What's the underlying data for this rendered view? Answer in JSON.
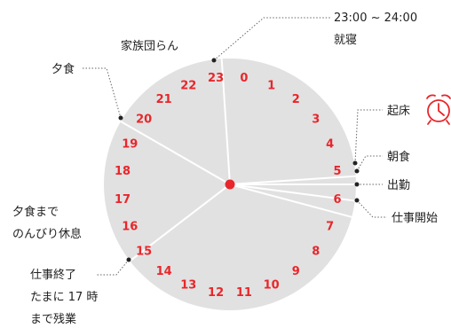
{
  "hours": [
    "0",
    "1",
    "2",
    "3",
    "4",
    "5",
    "6",
    "7",
    "8",
    "9",
    "10",
    "11",
    "12",
    "13",
    "14",
    "15",
    "16",
    "17",
    "18",
    "19",
    "20",
    "21",
    "22",
    "23"
  ],
  "labels": {
    "sleep_time": "23:00 ~ 24:00",
    "sleep": "就寝",
    "family": "家族団らん",
    "dinner": "夕食",
    "wake": "起床",
    "breakfast": "朝食",
    "commute": "出勤",
    "work_start": "仕事開始",
    "relax_1": "夕食まで",
    "relax_2": "のんびり休息",
    "work_end_1": "仕事終了",
    "work_end_2": "たまに 17 時",
    "work_end_3": "まで残業"
  },
  "colors": {
    "accent": "#e8262b",
    "clock_face": "#e1e1e1",
    "divider": "#ffffff",
    "text": "#222222",
    "leader": "#666666"
  },
  "icons": {
    "alarm": "alarm-clock-icon"
  }
}
